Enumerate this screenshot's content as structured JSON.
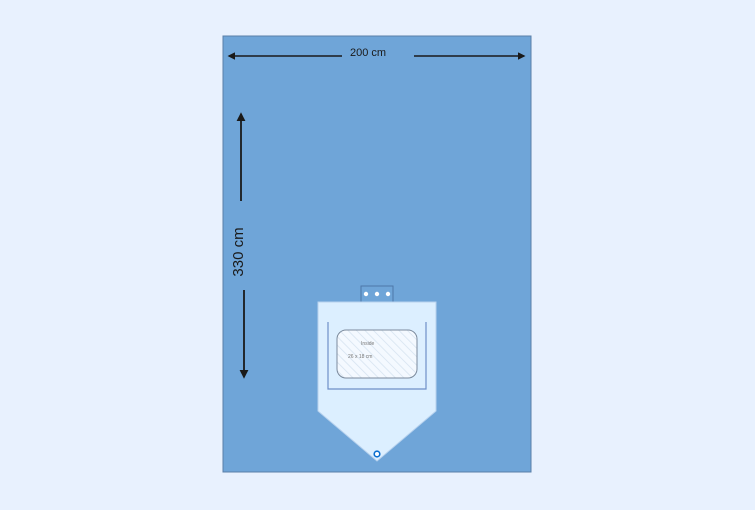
{
  "drape": {
    "width_label": "200 cm",
    "height_label": "330 cm",
    "color": "#6fa5d8",
    "border_color": "#5a7fa8"
  },
  "pouch": {
    "color": "#dcefff",
    "window_label": "Inside",
    "window_size": "26 x 18 cm"
  },
  "background": "#e8f1fe"
}
